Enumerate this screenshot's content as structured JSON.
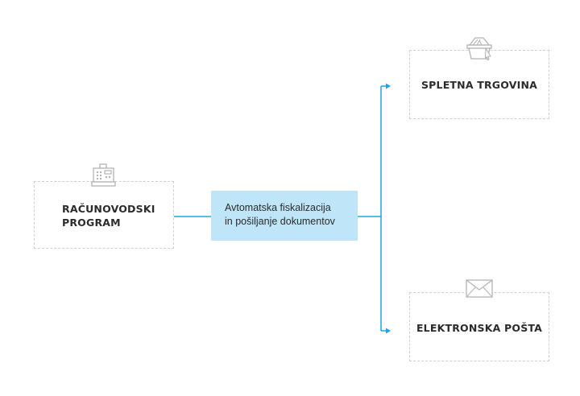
{
  "nodes": {
    "accounting": {
      "line1": "RAČUNOVODSKI",
      "line2": "PROGRAM",
      "icon": "cash-register-icon"
    },
    "center": {
      "line1": "Avtomatska fiskalizacija",
      "line2": "in pošiljanje dokumentov"
    },
    "shop": {
      "label": "SPLETNA TRGOVINA",
      "icon": "shopping-basket-icon"
    },
    "email": {
      "label": "ELEKTRONSKA POŠTA",
      "icon": "envelope-icon"
    }
  },
  "colors": {
    "connector": "#1aa6e6",
    "center_fill": "#bfe5f8",
    "dashed_border": "#cfcfcf",
    "icon_stroke": "#b3b3b3",
    "text": "#2b2b2b"
  }
}
